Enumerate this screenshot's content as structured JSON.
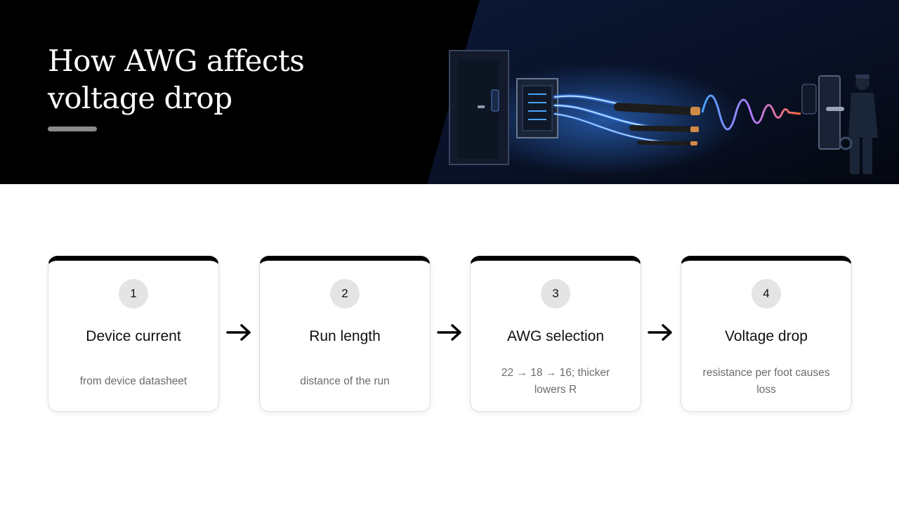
{
  "header": {
    "title_line1": "How AWG affects",
    "title_line2": "voltage drop"
  },
  "hero_illustration": {
    "icons": [
      "door-icon",
      "panel-icon",
      "wire-bundle-icon",
      "signal-wave-icon",
      "door-lock-icon",
      "technician-icon"
    ],
    "colors": {
      "background": "#0a1530",
      "wire_glow": "#2f7bff",
      "wave_warm": "#ff6a3a",
      "copper": "#d08a48"
    }
  },
  "steps": [
    {
      "number": "1",
      "title": "Device current",
      "desc_line1": "from device datasheet",
      "desc_line2": ""
    },
    {
      "number": "2",
      "title": "Run length",
      "desc_line1": "distance of the run",
      "desc_line2": ""
    },
    {
      "number": "3",
      "title": "AWG selection",
      "desc_line1": "22 → 18 → 16; thicker",
      "desc_line2": "lowers R"
    },
    {
      "number": "4",
      "title": "Voltage drop",
      "desc_line1": "resistance per foot causes",
      "desc_line2": "loss"
    }
  ],
  "colors": {
    "accent": "#000000",
    "badge_bg": "#e4e4e4",
    "muted_text": "#6b6b6b"
  }
}
